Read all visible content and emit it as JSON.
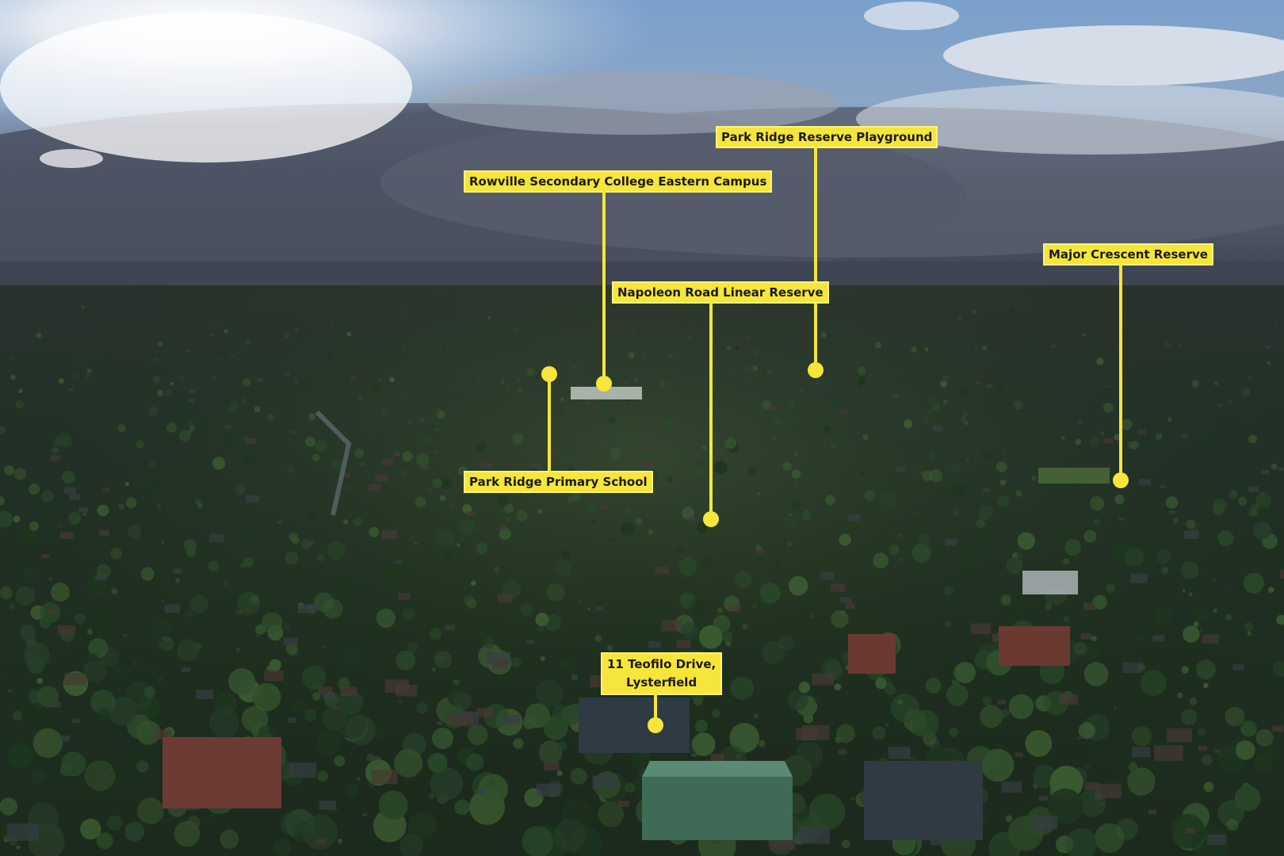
{
  "scene": {
    "description_type": "aerial-photo",
    "colors": {
      "marker": "#f6e53a",
      "sky_top": "#6f95c4",
      "horizon": "#3b4150",
      "tree_canopy": "#233524"
    }
  },
  "markers": [
    {
      "id": "park-ridge-reserve-playground",
      "label": "Park Ridge Reserve Playground"
    },
    {
      "id": "rowville-secondary-college",
      "label": "Rowville Secondary College Eastern Campus"
    },
    {
      "id": "major-crescent-reserve",
      "label": "Major Crescent Reserve"
    },
    {
      "id": "napoleon-road-linear-reserve",
      "label": "Napoleon Road Linear Reserve"
    },
    {
      "id": "park-ridge-primary-school",
      "label": "Park Ridge Primary School"
    },
    {
      "id": "subject-property",
      "label_line1": "11 Teofilo Drive,",
      "label_line2": "Lysterfield"
    }
  ]
}
